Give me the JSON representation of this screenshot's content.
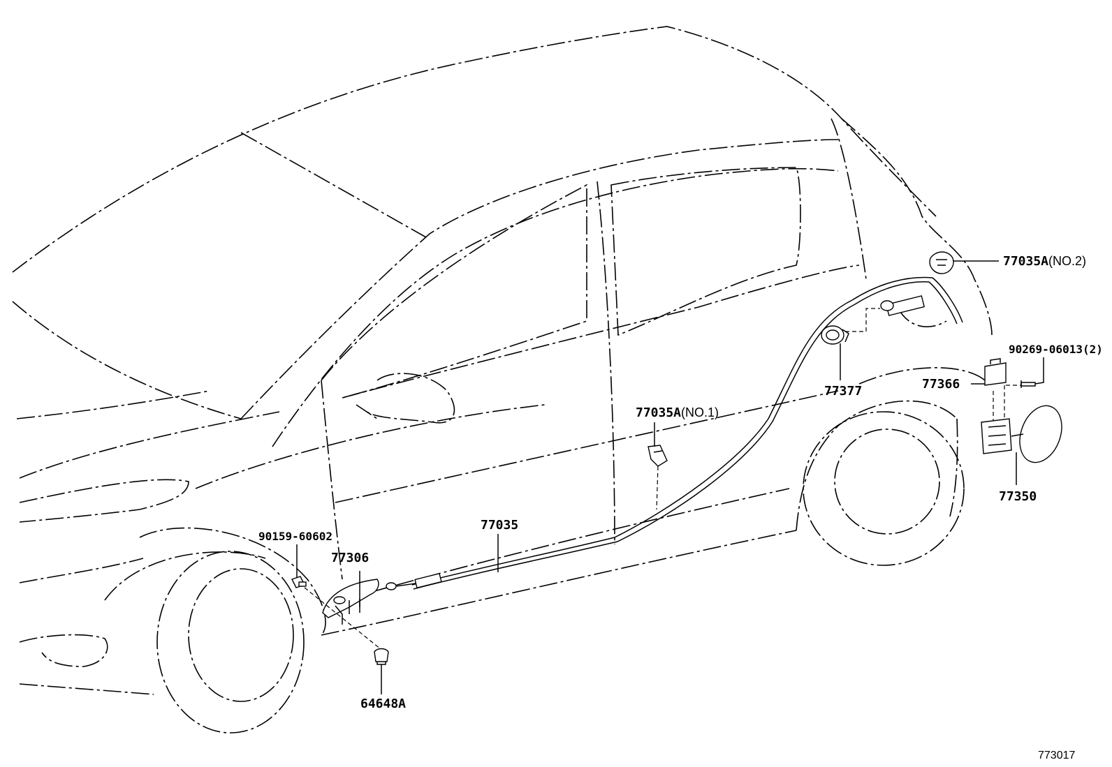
{
  "callouts": {
    "part_77035A_no2": {
      "number": "77035A",
      "note": "(NO.2)"
    },
    "part_90269": {
      "number": "90269-06013(2)"
    },
    "part_77377": {
      "number": "77377"
    },
    "part_77366": {
      "number": "77366"
    },
    "part_77035A_no1": {
      "number": "77035A",
      "note": "(NO.1)"
    },
    "part_77350": {
      "number": "77350"
    },
    "part_77035": {
      "number": "77035"
    },
    "part_90159": {
      "number": "90159-60602"
    },
    "part_77306": {
      "number": "77306"
    },
    "part_64648A": {
      "number": "64648A"
    }
  },
  "figure_number": "773017"
}
